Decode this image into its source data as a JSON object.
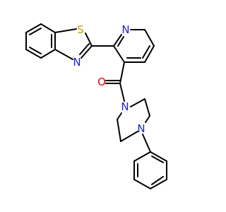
{
  "molecule": {
    "atoms": {
      "s1": {
        "symbol": "S",
        "color": "#b8a000"
      },
      "n_thiazole": {
        "symbol": "N",
        "color": "#1f1fd8"
      },
      "n_pyridine": {
        "symbol": "N",
        "color": "#1f1fd8"
      },
      "o_carbonyl": {
        "symbol": "O",
        "color": "#e00000"
      },
      "n_piperazine_1": {
        "symbol": "N",
        "color": "#1f1fd8"
      },
      "n_piperazine_4": {
        "symbol": "N",
        "color": "#1f1fd8"
      }
    },
    "bond_color": "#000000",
    "background": "#ffffff"
  }
}
